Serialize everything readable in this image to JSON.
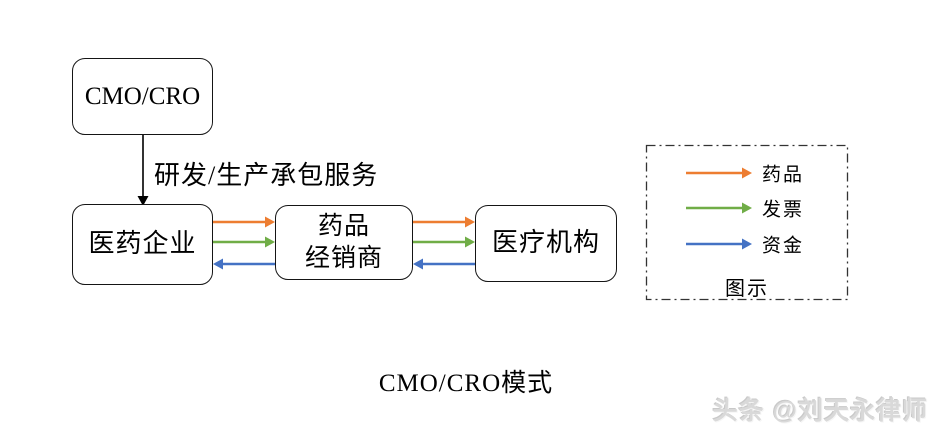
{
  "diagram": {
    "caption": "CMO/CRO模式",
    "nodes": {
      "cmo": {
        "label": "CMO/CRO"
      },
      "pharma": {
        "label": "医药企业"
      },
      "distributor": {
        "label_line1": "药品",
        "label_line2": "经销商"
      },
      "hospital": {
        "label": "医疗机构"
      }
    },
    "edges": {
      "cmo_to_pharma_label": "研发/生产承包服务"
    },
    "colors": {
      "drug": "#ED7D31",
      "invoice": "#70AD47",
      "money": "#4472C4",
      "line": "#000000",
      "legend_border": "#333333"
    },
    "legend": {
      "title": "图示",
      "items": [
        {
          "label": "药品",
          "color": "#ED7D31"
        },
        {
          "label": "发票",
          "color": "#70AD47"
        },
        {
          "label": "资金",
          "color": "#4472C4"
        }
      ]
    }
  },
  "watermark": "头条 @刘天永律师"
}
